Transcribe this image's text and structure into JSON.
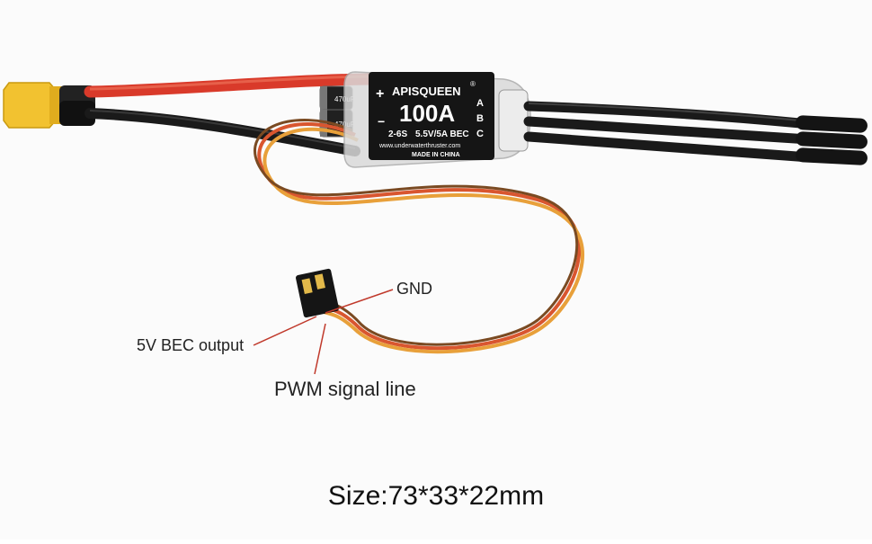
{
  "esc": {
    "brand": "APISQUEEN",
    "registered_mark": "®",
    "current_rating": "100A",
    "cells": "2-6S",
    "bec": "5.5V/5A BEC",
    "website": "www.underwaterthruster.com",
    "origin": "MADE IN CHINA",
    "plus_sign": "+",
    "minus_sign": "−",
    "phase_a": "A",
    "phase_b": "B",
    "phase_c": "C",
    "cap_text": "470uF"
  },
  "labels": {
    "gnd": "GND",
    "bec_output": "5V BEC output",
    "pwm": "PWM signal line"
  },
  "caption": "Size:73*33*22mm",
  "colors": {
    "red_wire": "#d93a2a",
    "black_wire": "#1a1a1a",
    "orange_wire": "#e8a03a",
    "connector_yellow": "#f2c230",
    "label_pointer": "#c0392b"
  }
}
